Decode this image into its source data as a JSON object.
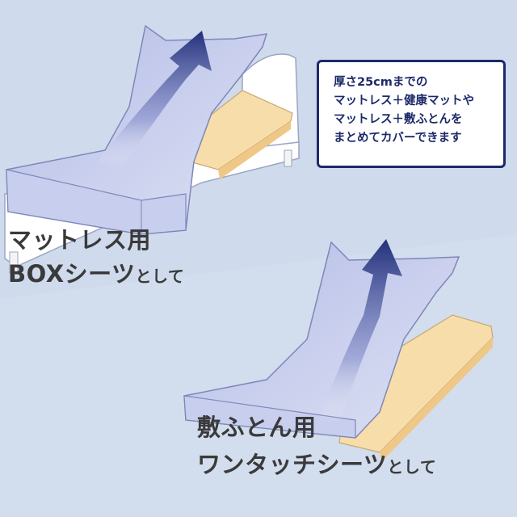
{
  "info_box": {
    "lines": [
      "厚さ25cmまでの",
      "マットレス＋健康マットや",
      "マットレス＋敷ふとんを",
      "まとめてカバーできます"
    ]
  },
  "caption_mattress": {
    "line1": "マットレス用",
    "line2_main": "BOXシーツ",
    "line2_small": "として"
  },
  "caption_futon": {
    "line1": "敷ふとん用",
    "line2_main": "ワンタッチシーツ",
    "line2_small": "として"
  },
  "colors": {
    "background": "#d2ddee",
    "sheet": "#c6ccec",
    "arrow": "#22307a",
    "mattress": "#f6ddaa",
    "box_border": "#1c2a6a"
  },
  "icons": [
    "up-arrow-icon",
    "up-arrow-icon"
  ]
}
